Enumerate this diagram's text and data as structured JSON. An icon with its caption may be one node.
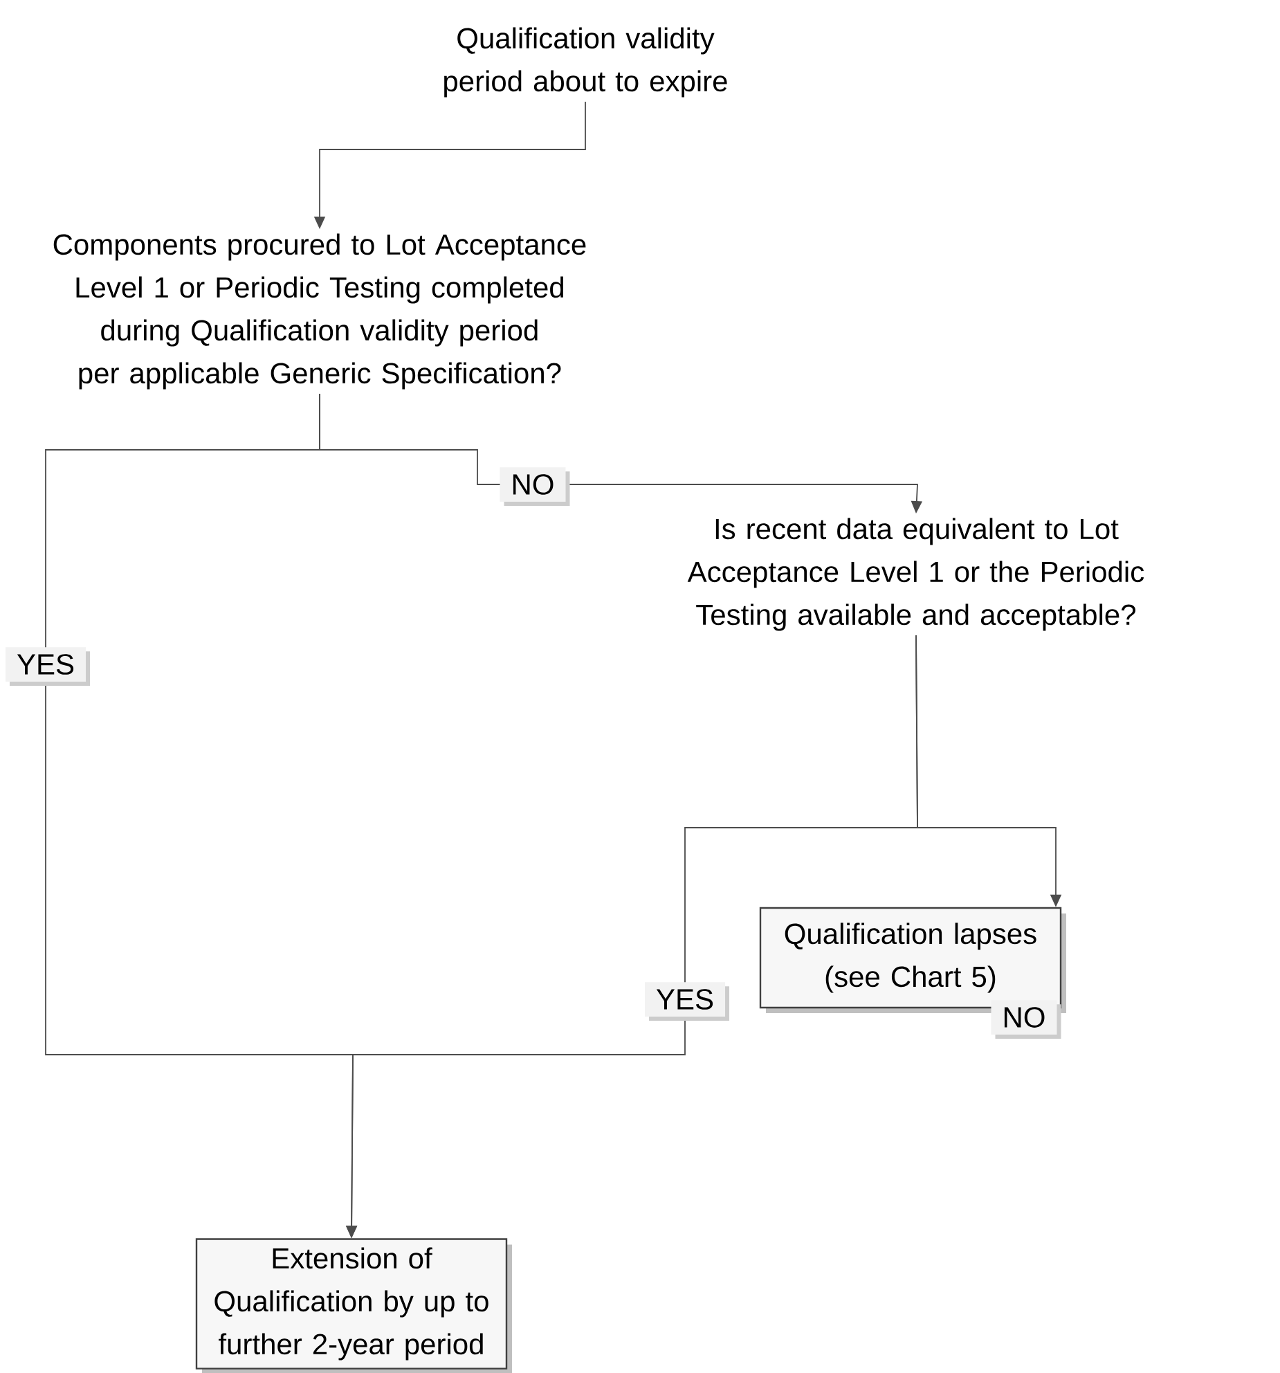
{
  "diagram": {
    "nodes": [
      {
        "text": [
          "Qualification validity period about to expire"
        ]
      },
      {
        "text": [
          "Components procured to Lot Acceptance Level 1 or Periodic Testing completed during Qualification validity period per applicable Generic Specification?"
        ]
      },
      {
        "text": [
          "Is recent data equivalent to Lot Acceptance Level 1 or the Periodic Testing available and acceptable?"
        ]
      },
      {
        "text": [
          "Qualification lapses (see Chart 5)"
        ]
      },
      {
        "text": [
          "Extension of Qualification by up to further 2-year period"
        ]
      }
    ],
    "edges": [
      {
        "from": 0,
        "to": 1,
        "arrow": "to"
      },
      {
        "from": 1,
        "to": 4,
        "arrow": "to",
        "label": "YES"
      },
      {
        "from": 1,
        "to": 2,
        "arrow": "to",
        "label": "NO"
      },
      {
        "from": 2,
        "to": 4,
        "arrow": "to",
        "label": "YES"
      },
      {
        "from": 2,
        "to": 3,
        "arrow": "to",
        "label": "NO"
      }
    ]
  }
}
